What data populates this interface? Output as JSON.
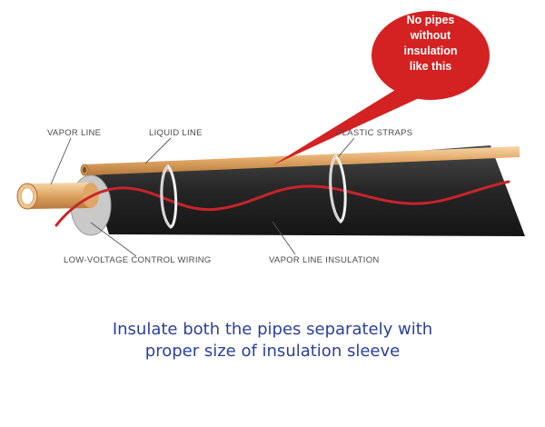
{
  "diagram": {
    "labels": {
      "vapor_line": "VAPOR LINE",
      "liquid_line": "LIQUID LINE",
      "plastic_straps": "PLASTIC STRAPS",
      "low_voltage_control_wiring": "LOW-VOLTAGE CONTROL WIRING",
      "vapor_line_insulation": "VAPOR LINE INSULATION"
    },
    "callout": {
      "text": "No pipes\nwithout\ninsulation\nlike this",
      "color": "#d42121"
    },
    "caption": {
      "line1": "Insulate both the pipes separately with",
      "line2": "proper size of insulation sleeve",
      "color": "#2b3f9e"
    },
    "colors": {
      "copper": "#e2a867",
      "insulation": "#2c2c2c",
      "wire": "#c8242b",
      "strap": "#f2f2f2"
    }
  }
}
